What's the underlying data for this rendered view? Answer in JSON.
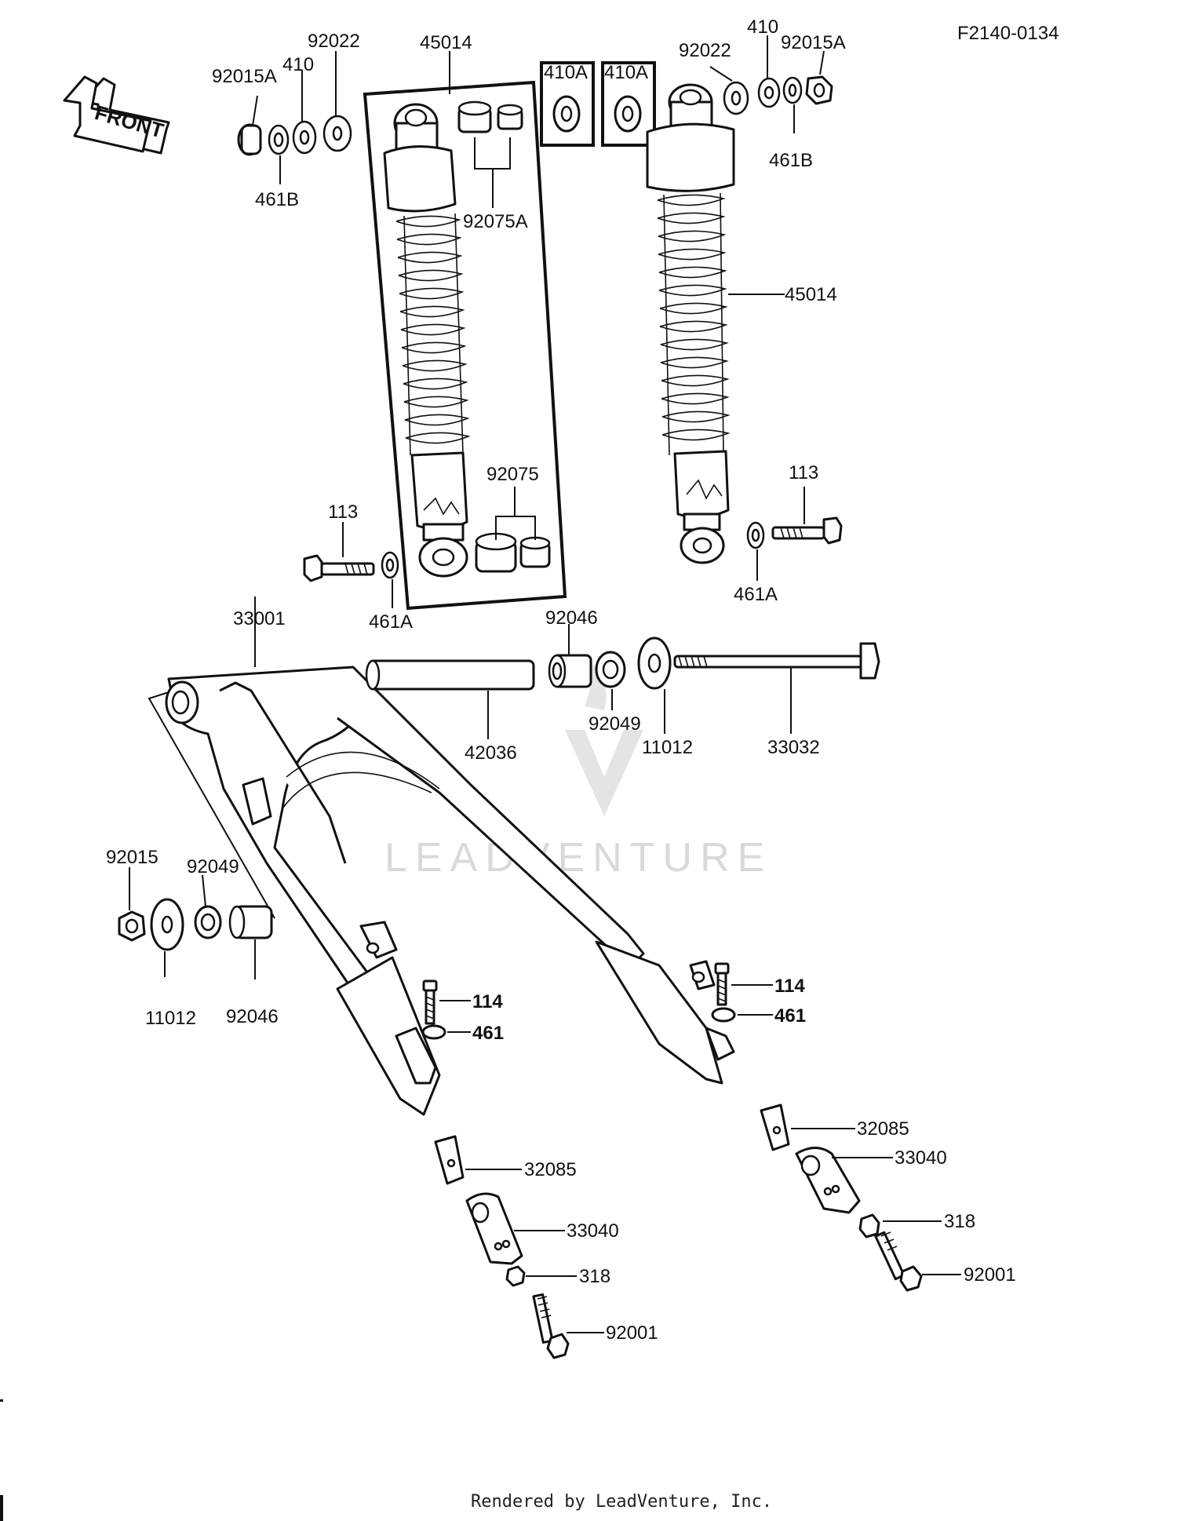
{
  "diagram_code": "F2140-0134",
  "front_label": "FRONT",
  "watermark": "LEADVENTURE",
  "footer": "Rendered by LeadVenture, Inc.",
  "part_labels": {
    "p92015A_left": "92015A",
    "p410_left": "410",
    "p92022_left": "92022",
    "p461B_left": "461B",
    "p45014_top": "45014",
    "p92075A": "92075A",
    "p410A_1": "410A",
    "p410A_2": "410A",
    "p92022_right": "92022",
    "p410_right": "410",
    "p92015A_right": "92015A",
    "p461B_right": "461B",
    "p45014_right": "45014",
    "p92075": "92075",
    "p113_left": "113",
    "p113_right": "113",
    "p461A_left": "461A",
    "p461A_right": "461A",
    "p33001": "33001",
    "p92046_top": "92046",
    "p42036": "42036",
    "p92049_top": "92049",
    "p11012_top": "11012",
    "p33032": "33032",
    "p92015": "92015",
    "p92049_left": "92049",
    "p11012_left": "11012",
    "p92046_left": "92046",
    "p114_left": "114",
    "p461_left": "461",
    "p114_right": "114",
    "p461_right": "461",
    "p32085_left": "32085",
    "p33040_left": "33040",
    "p318_left": "318",
    "p92001_left": "92001",
    "p32085_right": "32085",
    "p33040_right": "33040",
    "p318_right": "318",
    "p92001_right": "92001"
  }
}
